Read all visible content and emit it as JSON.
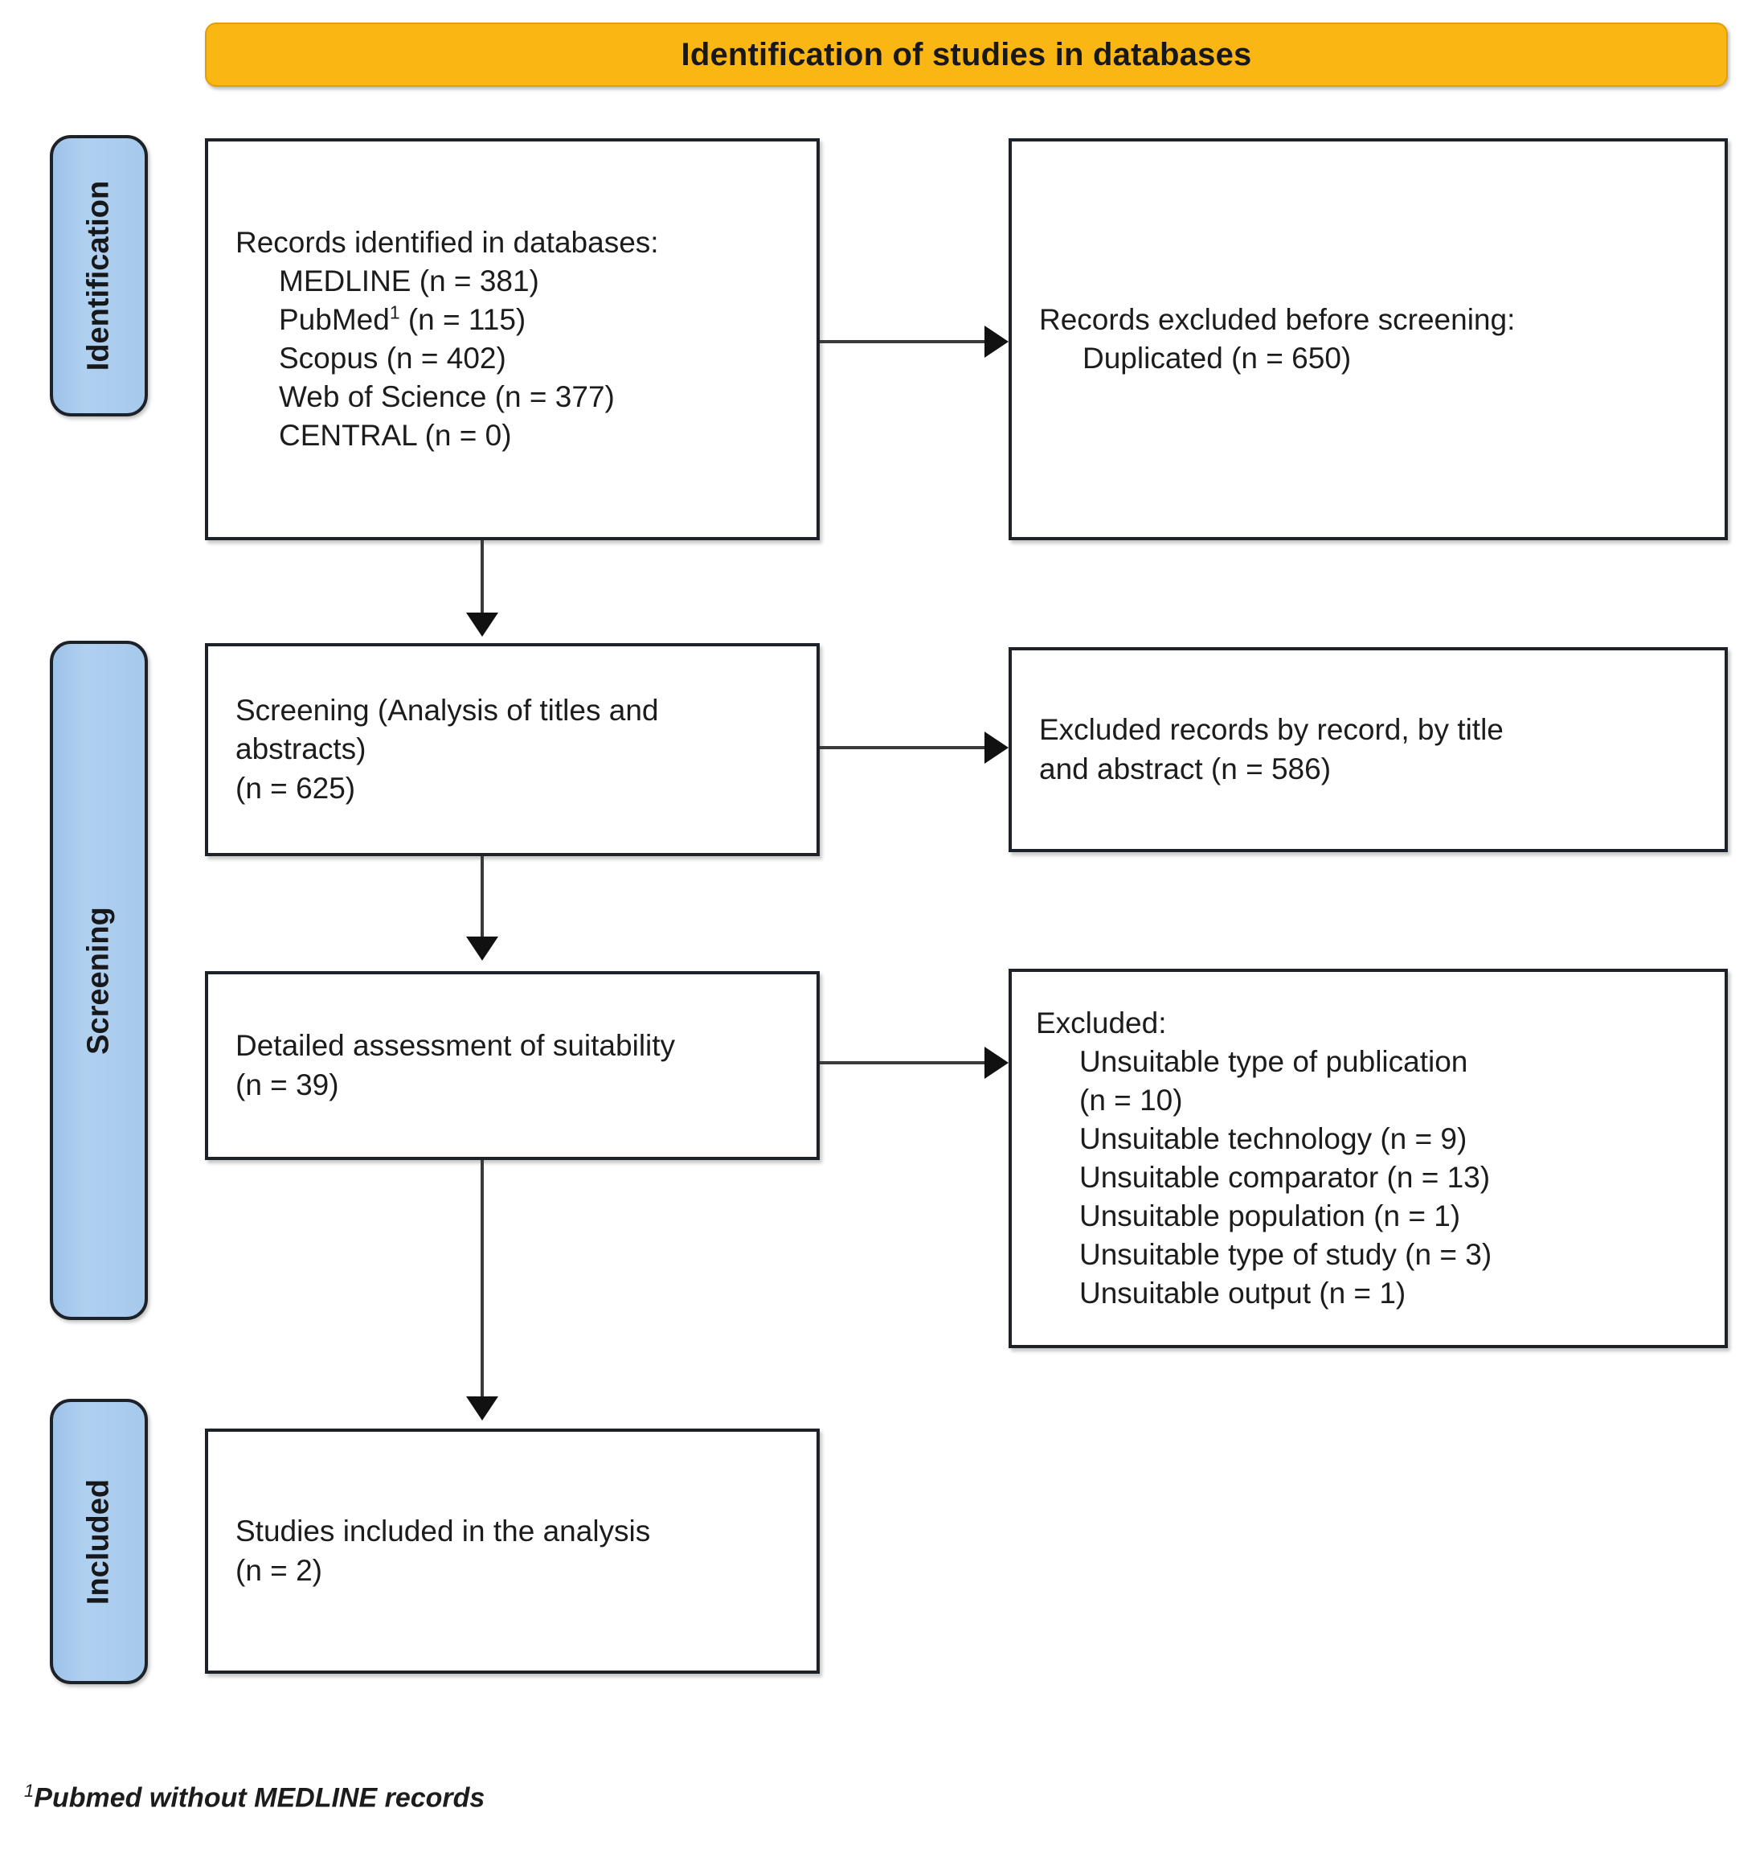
{
  "banner": {
    "title": "Identification of studies in databases",
    "bg_color": "#FAB713"
  },
  "rails": [
    {
      "label": "Identification",
      "color": "#A6C9EC"
    },
    {
      "label": "Screening",
      "color": "#A6C9EC"
    },
    {
      "label": "Included",
      "color": "#A6C9EC"
    }
  ],
  "boxes": {
    "identified": {
      "heading": "Records identified in databases:",
      "items": [
        "MEDLINE (n = 381)",
        "PubMed",
        "Scopus (n = 402)",
        "Web of Science (n = 377)",
        "CENTRAL (n = 0)"
      ],
      "pubmed_prefix": "PubMed",
      "pubmed_superscript": "1",
      "pubmed_suffix": " (n = 115)"
    },
    "duplicates_excluded": {
      "heading": "Records excluded before screening:",
      "item": "Duplicated (n = 650)"
    },
    "screening": {
      "line1": "Screening (Analysis of titles and",
      "line2": "abstracts)",
      "line3": "(n = 625)"
    },
    "screening_excluded": {
      "line1": "Excluded records by record, by title",
      "line2": "and abstract (n = 586)"
    },
    "assessment": {
      "line1": "Detailed assessment of suitability",
      "line2": "(n = 39)"
    },
    "excluded_reasons": {
      "heading": "Excluded:",
      "items": [
        "Unsuitable type of publication",
        "(n = 10)",
        "Unsuitable technology (n = 9)",
        "Unsuitable comparator (n = 13)",
        "Unsuitable population (n = 1)",
        "Unsuitable type of study (n = 3)",
        "Unsuitable output (n = 1)"
      ]
    },
    "included": {
      "line1": "Studies included in the analysis",
      "line2": "(n = 2)"
    }
  },
  "footnote": {
    "marker": "1",
    "text": "Pubmed without MEDLINE records"
  }
}
